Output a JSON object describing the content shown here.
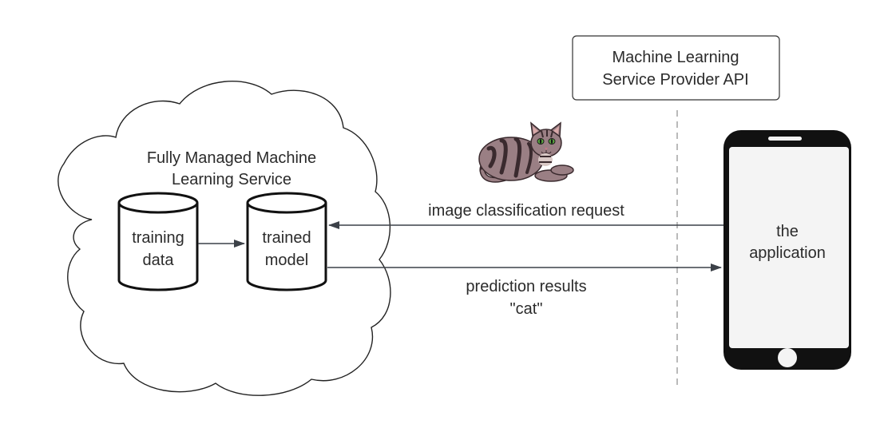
{
  "cloud": {
    "title_line1": "Fully Managed Machine",
    "title_line2": "Learning Service"
  },
  "training_data": {
    "line1": "training",
    "line2": "data"
  },
  "trained_model": {
    "line1": "trained",
    "line2": "model"
  },
  "api_box": {
    "line1": "Machine Learning",
    "line2": "Service Provider API"
  },
  "request_arrow": {
    "label": "image classification request"
  },
  "response_arrow": {
    "label_line1": "prediction results",
    "label_line2": "\"cat\""
  },
  "phone": {
    "line1": "the",
    "line2": "application"
  },
  "image": {
    "icon": "cat-icon"
  },
  "colors": {
    "stroke": "#222222",
    "arrow": "#3c4148",
    "dashed_line": "#b3b3b3",
    "phone_body": "#111111",
    "phone_screen": "#f4f4f4",
    "cat_fur": "#9a7f84",
    "cat_stripes": "#3a2a2e",
    "cat_eyes": "#5aa640"
  }
}
